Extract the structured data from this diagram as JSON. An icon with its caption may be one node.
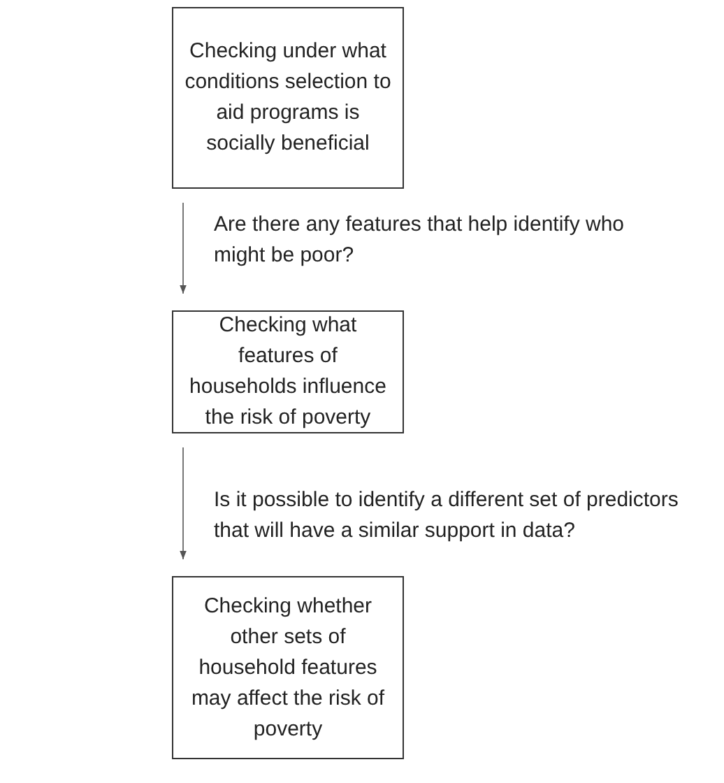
{
  "diagram": {
    "nodes": [
      {
        "text": [
          "Checking under what conditions selection to aid programs is socially beneficial"
        ]
      },
      {
        "text": [
          "Checking what features of households influence the risk of poverty"
        ]
      },
      {
        "text": [
          "Checking whether other sets of household features may affect the risk of poverty"
        ]
      }
    ],
    "edges": [
      {
        "from": 0,
        "to": 1,
        "arrow": "to",
        "label": "Are there any features that help identify who might be poor?"
      },
      {
        "from": 1,
        "to": 2,
        "arrow": "to",
        "label": "Is it possible to identify a different set of predictors that will have a similar support in data?"
      }
    ]
  }
}
